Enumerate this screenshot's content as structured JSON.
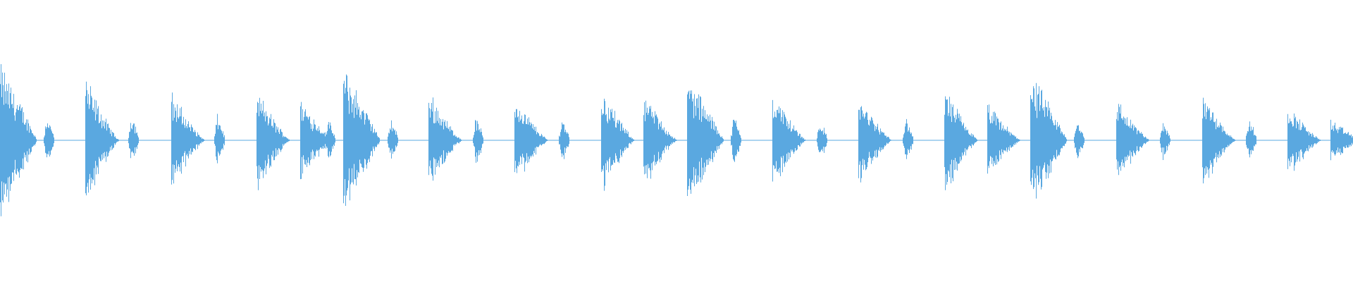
{
  "waveform": {
    "color": "#5aa8e0",
    "type": "audio-waveform",
    "transients": [
      {
        "kind": "strong-tail",
        "peak": 0.95
      },
      {
        "kind": "short",
        "peak": 0.32
      },
      {
        "kind": "medium",
        "peak": 0.78
      },
      {
        "kind": "short",
        "peak": 0.34
      },
      {
        "kind": "medium",
        "peak": 0.6
      },
      {
        "kind": "short",
        "peak": 0.32
      },
      {
        "kind": "medium",
        "peak": 0.62
      },
      {
        "kind": "medium",
        "peak": 0.52
      },
      {
        "kind": "short",
        "peak": 0.26
      },
      {
        "kind": "strong-tail",
        "peak": 0.9
      },
      {
        "kind": "short",
        "peak": 0.28
      },
      {
        "kind": "medium",
        "peak": 0.62
      },
      {
        "kind": "short",
        "peak": 0.3
      },
      {
        "kind": "medium",
        "peak": 0.56
      },
      {
        "kind": "short",
        "peak": 0.3
      },
      {
        "kind": "medium",
        "peak": 0.66
      },
      {
        "kind": "medium",
        "peak": 0.6
      },
      {
        "kind": "strong-tail",
        "peak": 0.8
      },
      {
        "kind": "short",
        "peak": 0.32
      },
      {
        "kind": "medium",
        "peak": 0.62
      },
      {
        "kind": "short",
        "peak": 0.26
      },
      {
        "kind": "medium",
        "peak": 0.56
      },
      {
        "kind": "short",
        "peak": 0.28
      },
      {
        "kind": "medium",
        "peak": 0.66
      },
      {
        "kind": "medium",
        "peak": 0.46
      },
      {
        "kind": "strong-tail",
        "peak": 0.82
      },
      {
        "kind": "short",
        "peak": 0.28
      },
      {
        "kind": "medium",
        "peak": 0.52
      },
      {
        "kind": "short",
        "peak": 0.26
      },
      {
        "kind": "medium",
        "peak": 0.62
      },
      {
        "kind": "short",
        "peak": 0.28
      },
      {
        "kind": "medium",
        "peak": 0.46
      },
      {
        "kind": "medium",
        "peak": 0.26
      }
    ]
  }
}
